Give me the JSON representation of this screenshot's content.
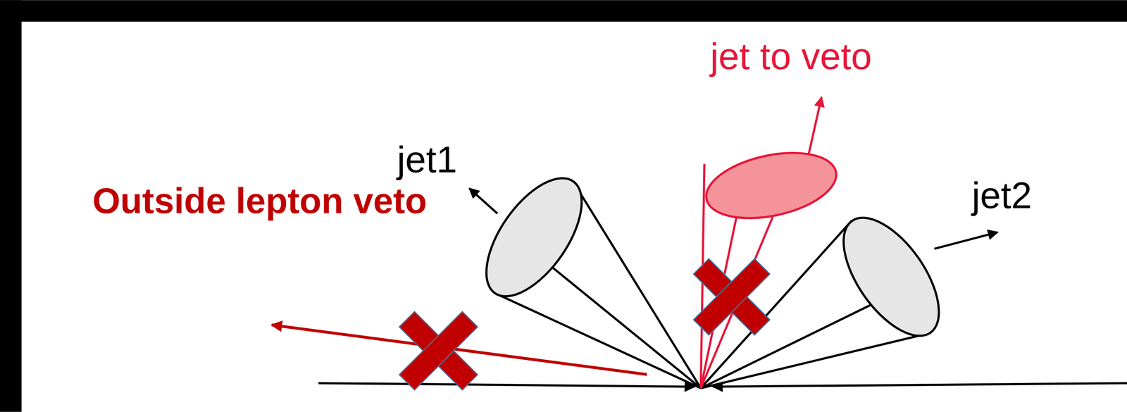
{
  "diagram": {
    "labels": [
      "jet to veto",
      "jet1",
      "jet2",
      "Outside lepton veto"
    ]
  }
}
